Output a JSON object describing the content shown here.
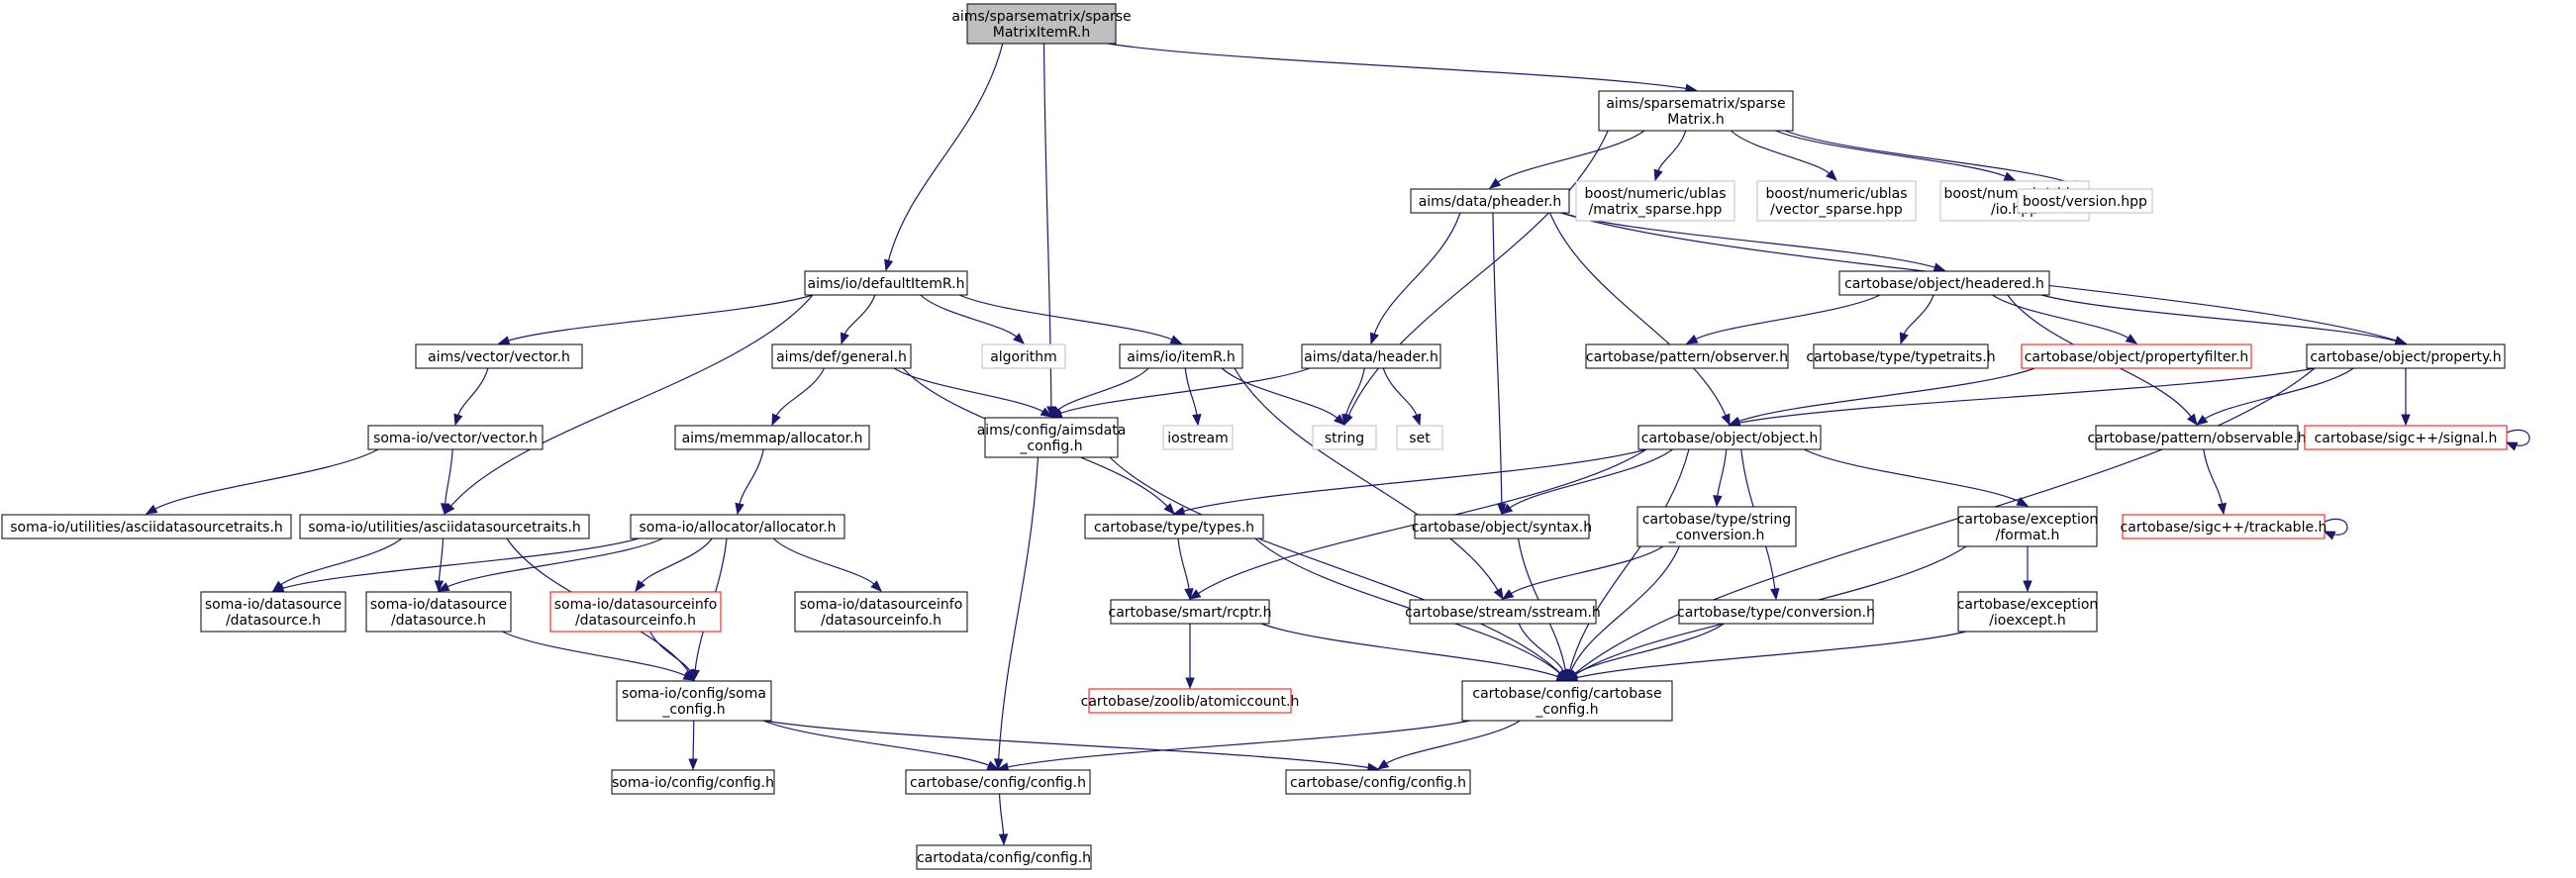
{
  "title": "aims/sparsematrix/sparseMatrixItemR.h",
  "colors": {
    "edge": "#191970",
    "root_fill": "#bfbfbf",
    "node_border": "#000000",
    "external_border": "#bfbfbf",
    "truncated_border": "#ff0000",
    "external_text": "#000000"
  },
  "nodes": [
    {
      "id": "n0",
      "lines": [
        "aims/sparsematrix/sparse",
        "MatrixItemR.h"
      ],
      "kind": "root"
    },
    {
      "id": "n1",
      "lines": [
        "aims/sparsematrix/sparse",
        "Matrix.h"
      ],
      "kind": "normal"
    },
    {
      "id": "n2",
      "lines": [
        "aims/io/defaultItemR.h"
      ],
      "kind": "normal"
    },
    {
      "id": "n3",
      "lines": [
        "aims/config/aimsdata",
        "_config.h"
      ],
      "kind": "normal"
    },
    {
      "id": "n4",
      "lines": [
        "aims/data/pheader.h"
      ],
      "kind": "normal"
    },
    {
      "id": "n5",
      "lines": [
        "boost/numeric/ublas",
        "/matrix_sparse.hpp"
      ],
      "kind": "external"
    },
    {
      "id": "n6",
      "lines": [
        "boost/numeric/ublas",
        "/vector_sparse.hpp"
      ],
      "kind": "external"
    },
    {
      "id": "n7",
      "lines": [
        "boost/numeric/ublas",
        "/io.hpp"
      ],
      "kind": "external"
    },
    {
      "id": "n8",
      "lines": [
        "boost/version.hpp"
      ],
      "kind": "external"
    },
    {
      "id": "n9",
      "lines": [
        "string"
      ],
      "kind": "external"
    },
    {
      "id": "n10",
      "lines": [
        "aims/vector/vector.h"
      ],
      "kind": "normal"
    },
    {
      "id": "n11",
      "lines": [
        "aims/def/general.h"
      ],
      "kind": "normal"
    },
    {
      "id": "n12",
      "lines": [
        "algorithm"
      ],
      "kind": "external"
    },
    {
      "id": "n13",
      "lines": [
        "aims/io/itemR.h"
      ],
      "kind": "normal"
    },
    {
      "id": "n14",
      "lines": [
        "soma-io/utilities/asciidatasourcetraits.h"
      ],
      "kind": "normal"
    },
    {
      "id": "n15",
      "lines": [
        "aims/data/header.h"
      ],
      "kind": "normal"
    },
    {
      "id": "n16",
      "lines": [
        "cartobase/object/headered.h"
      ],
      "kind": "normal"
    },
    {
      "id": "n17",
      "lines": [
        "cartobase/object/property.h"
      ],
      "kind": "normal"
    },
    {
      "id": "n18",
      "lines": [
        "cartobase/object/object.h"
      ],
      "kind": "normal"
    },
    {
      "id": "n19",
      "lines": [
        "cartobase/object/syntax.h"
      ],
      "kind": "normal"
    },
    {
      "id": "n20",
      "lines": [
        "set"
      ],
      "kind": "external"
    },
    {
      "id": "n21",
      "lines": [
        "cartobase/pattern/observer.h"
      ],
      "kind": "normal"
    },
    {
      "id": "n22",
      "lines": [
        "cartobase/type/typetraits.h"
      ],
      "kind": "normal"
    },
    {
      "id": "n23",
      "lines": [
        "cartobase/object/propertyfilter.h"
      ],
      "kind": "truncated"
    },
    {
      "id": "n24",
      "lines": [
        "cartobase/pattern/observable.h"
      ],
      "kind": "normal"
    },
    {
      "id": "n25",
      "lines": [
        "cartobase/sigc++/signal.h"
      ],
      "kind": "truncated"
    },
    {
      "id": "n26",
      "lines": [
        "soma-io/vector/vector.h"
      ],
      "kind": "normal"
    },
    {
      "id": "n27",
      "lines": [
        "soma-io/utilities/asciidatasourcetraits.h"
      ],
      "kind": "normal"
    },
    {
      "id": "n28",
      "lines": [
        "aims/memmap/allocator.h"
      ],
      "kind": "normal"
    },
    {
      "id": "n29",
      "lines": [
        "iostream"
      ],
      "kind": "external"
    },
    {
      "id": "n30",
      "lines": [
        "cartobase/type/types.h"
      ],
      "kind": "normal"
    },
    {
      "id": "n31",
      "lines": [
        "cartobase/type/string",
        "_conversion.h"
      ],
      "kind": "normal"
    },
    {
      "id": "n32",
      "lines": [
        "cartobase/exception",
        "/format.h"
      ],
      "kind": "normal"
    },
    {
      "id": "n33",
      "lines": [
        "cartobase/sigc++/trackable.h"
      ],
      "kind": "truncated"
    },
    {
      "id": "n34",
      "lines": [
        "soma-io/allocator/allocator.h"
      ],
      "kind": "normal"
    },
    {
      "id": "n35",
      "lines": [
        "soma-io/datasource",
        "/datasource.h"
      ],
      "kind": "normal"
    },
    {
      "id": "n36",
      "lines": [
        "soma-io/datasource",
        "/datasource.h"
      ],
      "kind": "normal"
    },
    {
      "id": "n37",
      "lines": [
        "soma-io/datasourceinfo",
        "/datasourceinfo.h"
      ],
      "kind": "truncated"
    },
    {
      "id": "n38",
      "lines": [
        "soma-io/datasourceinfo",
        "/datasourceinfo.h"
      ],
      "kind": "normal"
    },
    {
      "id": "n39",
      "lines": [
        "cartobase/smart/rcptr.h"
      ],
      "kind": "normal"
    },
    {
      "id": "n40",
      "lines": [
        "cartobase/stream/sstream.h"
      ],
      "kind": "normal"
    },
    {
      "id": "n41",
      "lines": [
        "cartobase/type/conversion.h"
      ],
      "kind": "normal"
    },
    {
      "id": "n42",
      "lines": [
        "cartobase/exception",
        "/ioexcept.h"
      ],
      "kind": "normal"
    },
    {
      "id": "n43",
      "lines": [
        "soma-io/config/soma",
        "_config.h"
      ],
      "kind": "normal"
    },
    {
      "id": "n44",
      "lines": [
        "cartobase/zoolib/atomiccount.h"
      ],
      "kind": "truncated"
    },
    {
      "id": "n45",
      "lines": [
        "cartobase/config/cartobase",
        "_config.h"
      ],
      "kind": "normal"
    },
    {
      "id": "n46",
      "lines": [
        "soma-io/config/config.h"
      ],
      "kind": "normal"
    },
    {
      "id": "n47",
      "lines": [
        "cartobase/config/config.h"
      ],
      "kind": "normal"
    },
    {
      "id": "n48",
      "lines": [
        "cartobase/config/config.h"
      ],
      "kind": "normal"
    },
    {
      "id": "n49",
      "lines": [
        "cartodata/config/config.h"
      ],
      "kind": "normal"
    }
  ],
  "edges": [
    [
      "n0",
      "n1"
    ],
    [
      "n0",
      "n2"
    ],
    [
      "n0",
      "n3"
    ],
    [
      "n1",
      "n4"
    ],
    [
      "n1",
      "n5"
    ],
    [
      "n1",
      "n6"
    ],
    [
      "n1",
      "n7"
    ],
    [
      "n1",
      "n8"
    ],
    [
      "n1",
      "n9"
    ],
    [
      "n2",
      "n10"
    ],
    [
      "n2",
      "n11"
    ],
    [
      "n2",
      "n12"
    ],
    [
      "n2",
      "n13"
    ],
    [
      "n2",
      "n14"
    ],
    [
      "n4",
      "n15"
    ],
    [
      "n4",
      "n16"
    ],
    [
      "n4",
      "n17"
    ],
    [
      "n4",
      "n18"
    ],
    [
      "n4",
      "n19"
    ],
    [
      "n15",
      "n3"
    ],
    [
      "n15",
      "n9"
    ],
    [
      "n15",
      "n20"
    ],
    [
      "n16",
      "n21"
    ],
    [
      "n16",
      "n22"
    ],
    [
      "n16",
      "n23"
    ],
    [
      "n16",
      "n17"
    ],
    [
      "n16",
      "n24"
    ],
    [
      "n17",
      "n18"
    ],
    [
      "n17",
      "n24"
    ],
    [
      "n17",
      "n25"
    ],
    [
      "n17",
      "n45"
    ],
    [
      "n25",
      "n25"
    ],
    [
      "n10",
      "n26"
    ],
    [
      "n26",
      "n27"
    ],
    [
      "n26",
      "n14"
    ],
    [
      "n11",
      "n28"
    ],
    [
      "n11",
      "n3"
    ],
    [
      "n11",
      "n30"
    ],
    [
      "n13",
      "n3"
    ],
    [
      "n13",
      "n9"
    ],
    [
      "n13",
      "n29"
    ],
    [
      "n13",
      "n40"
    ],
    [
      "n3",
      "n47"
    ],
    [
      "n3",
      "n45"
    ],
    [
      "n18",
      "n30"
    ],
    [
      "n18",
      "n19"
    ],
    [
      "n18",
      "n31"
    ],
    [
      "n18",
      "n32"
    ],
    [
      "n18",
      "n39"
    ],
    [
      "n18",
      "n41"
    ],
    [
      "n18",
      "n45"
    ],
    [
      "n23",
      "n18"
    ],
    [
      "n24",
      "n33"
    ],
    [
      "n33",
      "n33"
    ],
    [
      "n28",
      "n34"
    ],
    [
      "n14",
      "n35"
    ],
    [
      "n14",
      "n36"
    ],
    [
      "n14",
      "n43"
    ],
    [
      "n34",
      "n35"
    ],
    [
      "n34",
      "n36"
    ],
    [
      "n34",
      "n37"
    ],
    [
      "n34",
      "n38"
    ],
    [
      "n34",
      "n43"
    ],
    [
      "n36",
      "n43"
    ],
    [
      "n37",
      "n43"
    ],
    [
      "n30",
      "n39"
    ],
    [
      "n30",
      "n45"
    ],
    [
      "n19",
      "n45"
    ],
    [
      "n31",
      "n40"
    ],
    [
      "n31",
      "n45"
    ],
    [
      "n32",
      "n42"
    ],
    [
      "n32",
      "n45"
    ],
    [
      "n39",
      "n44"
    ],
    [
      "n39",
      "n45"
    ],
    [
      "n40",
      "n45"
    ],
    [
      "n41",
      "n45"
    ],
    [
      "n42",
      "n45"
    ],
    [
      "n43",
      "n46"
    ],
    [
      "n43",
      "n47"
    ],
    [
      "n43",
      "n48"
    ],
    [
      "n45",
      "n47"
    ],
    [
      "n45",
      "n48"
    ],
    [
      "n47",
      "n49"
    ]
  ]
}
